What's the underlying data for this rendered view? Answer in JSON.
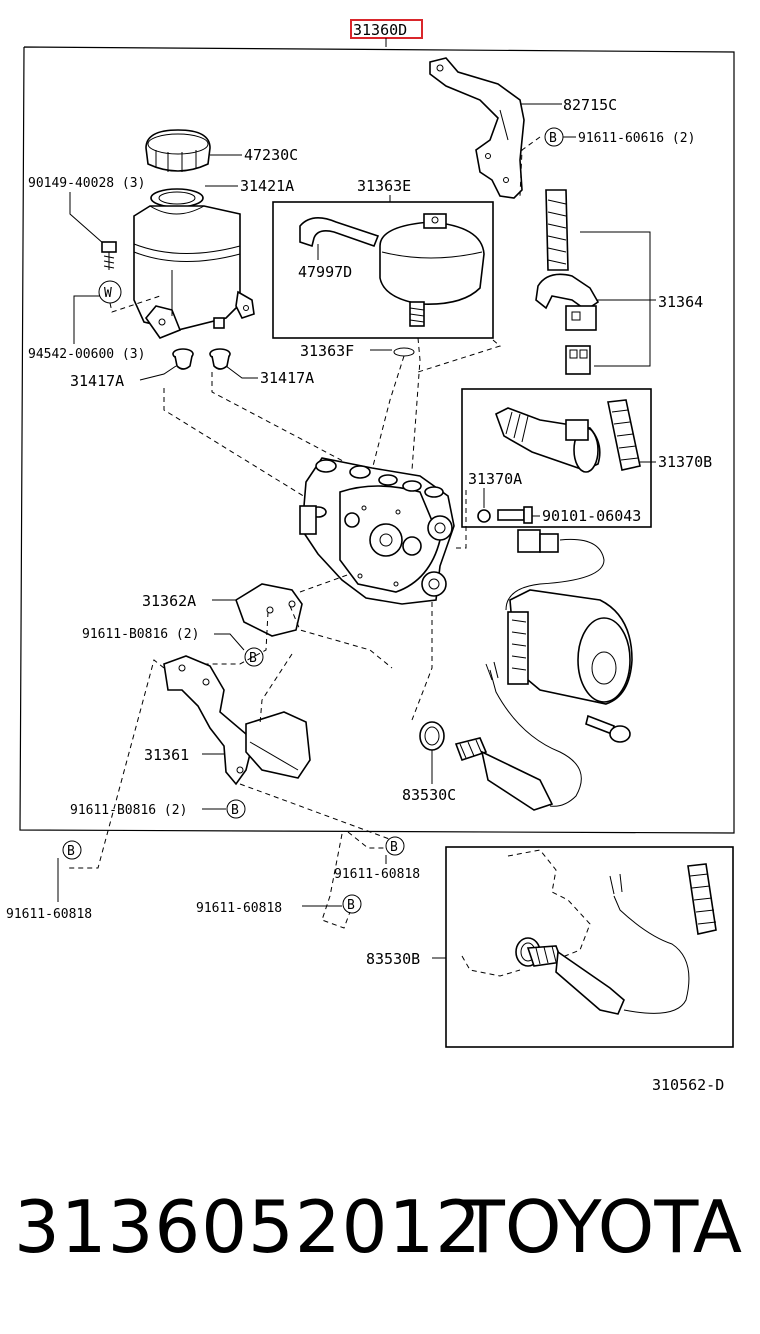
{
  "diagram": {
    "header_code": "31360D",
    "reference_code": "310562-D",
    "labels": {
      "l82715c": "82715C",
      "l91611_60616": "91611-60616 (2)",
      "l47230c": "47230C",
      "l90149": "90149-40028 (3)",
      "l31421a": "31421A",
      "l31363e": "31363E",
      "l47997d": "47997D",
      "l31364": "31364",
      "l94542": "94542-00600 (3)",
      "l31363f": "31363F",
      "l31417a_1": "31417A",
      "l31417a_2": "31417A",
      "l31370b": "31370B",
      "l31370a": "31370A",
      "l90101": "90101-06043",
      "l31362a": "31362A",
      "l91611_b0816_top": "91611-B0816 (2)",
      "l31361": "31361",
      "l83530c": "83530C",
      "l91611_b0816_bot": "91611-B0816 (2)",
      "l91611_60818_a": "91611-60818",
      "l91611_60818_b": "91611-60818",
      "l91611_60818_c": "91611-60818",
      "l83530b": "83530B"
    },
    "markers": {
      "w": "W",
      "b": "B"
    }
  },
  "footer": {
    "part_number": "3136052012",
    "brand": "TOYOTA"
  },
  "colors": {
    "header_code_box": "#d9262b",
    "ink": "#000000",
    "background": "#ffffff"
  }
}
